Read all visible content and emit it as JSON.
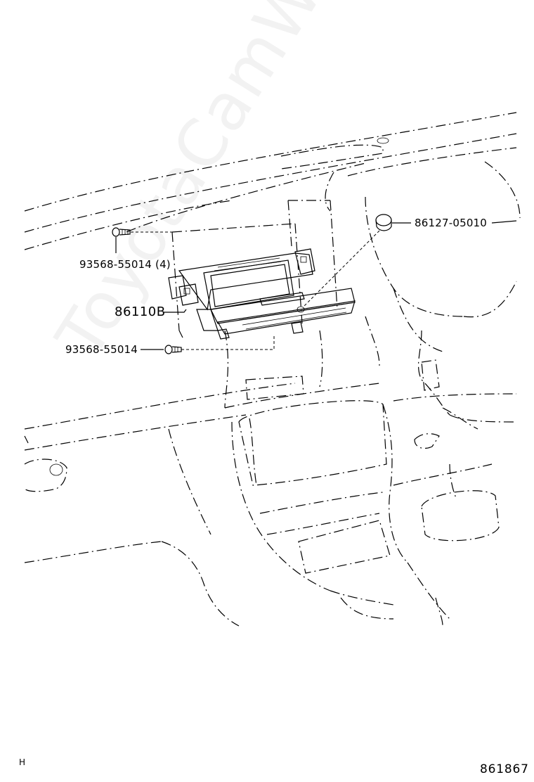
{
  "parts": {
    "screw_upper": "93568-55014 (4)",
    "display_unit": "86110B",
    "screw_lower": "93568-55014",
    "cap": "86127-05010"
  },
  "corner_mark": "H",
  "diagram_number": "861867",
  "watermark": "ToyotaCamWire.ru"
}
